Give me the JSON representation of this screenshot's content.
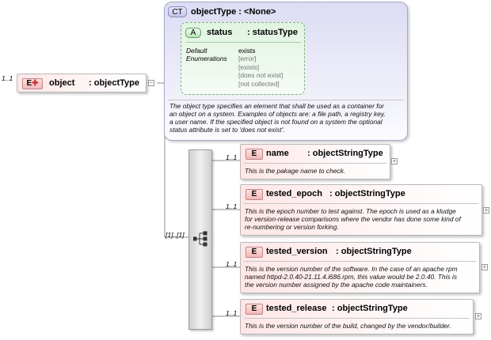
{
  "object": {
    "multiplicity": "1..1",
    "badge": "E",
    "name": "object",
    "type": ": objectType"
  },
  "complex_type": {
    "badge": "CT",
    "title": "objectType : <None>",
    "attribute": {
      "badge": "A",
      "name": "status",
      "type": ": statusType",
      "labels": [
        "Default",
        "Enumerations"
      ],
      "default_value": "exists",
      "enumerations": [
        "[error]",
        "[exists]",
        "[does not exist]",
        "[not collected]"
      ]
    },
    "doc": [
      "The object type specifies an element that shall be used as a container for",
      "an object on a system. Examples of objects are: a file path, a registry key,",
      "a user name.  If the specified object is not found on a system the optional",
      "status attribute is set to 'does not exist'."
    ]
  },
  "sequence": {
    "multiplicity": "[1]..[1]"
  },
  "children": [
    {
      "multiplicity": "1..1",
      "badge": "E",
      "name": "name",
      "type": ": objectStringType",
      "doc": [
        "This is the pakage name to check."
      ]
    },
    {
      "multiplicity": "1..1",
      "badge": "E",
      "name": "tested_epoch",
      "type": ": objectStringType",
      "doc": [
        "This is the epoch number to test against.  The epoch is used as a kludge",
        "for version-release comparisons where the vendor has done some kind of",
        "re-numbering or version forking."
      ]
    },
    {
      "multiplicity": "1..1",
      "badge": "E",
      "name": "tested_version",
      "type": ": objectStringType",
      "doc": [
        "This is the version number of the software.  In the case of an apache rpm",
        "named httpd-2.0.40-21.11.4.i686.rpm, this value would be 2.0.40.  This is",
        "the version number assigned by the apache code maintainers."
      ]
    },
    {
      "multiplicity": "1..1",
      "badge": "E",
      "name": "tested_release",
      "type": ": objectStringType",
      "doc": [
        "This is the version number of the build, changed by the vendor/builder."
      ]
    }
  ]
}
